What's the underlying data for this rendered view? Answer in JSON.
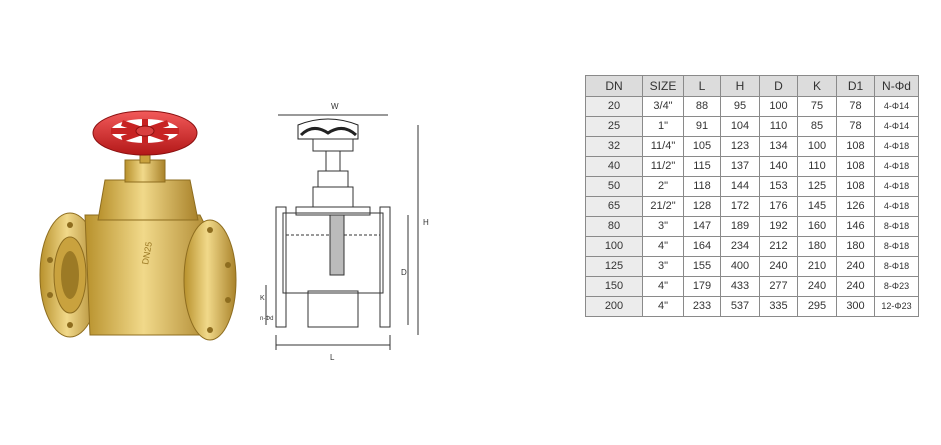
{
  "colors": {
    "brass": "#d8b54f",
    "handwheel": "#d92b2b",
    "table_border": "#8a8a8a",
    "header_bg": "#dcdcdc"
  },
  "photo": {
    "body_marking": "DN25"
  },
  "drawing": {
    "labels": {
      "top": "W",
      "height": "H",
      "d": "D",
      "k": "K",
      "nd": "n-Φd",
      "l": "L"
    }
  },
  "table": {
    "headers": [
      "DN",
      "SIZE",
      "L",
      "H",
      "D",
      "K",
      "D1",
      "N-Φd"
    ],
    "rows": [
      [
        "20",
        "3/4\"",
        "88",
        "95",
        "100",
        "75",
        "78",
        "4-Φ14"
      ],
      [
        "25",
        "1\"",
        "91",
        "104",
        "110",
        "85",
        "78",
        "4-Φ14"
      ],
      [
        "32",
        "11/4\"",
        "105",
        "123",
        "134",
        "100",
        "108",
        "4-Φ18"
      ],
      [
        "40",
        "11/2\"",
        "115",
        "137",
        "140",
        "110",
        "108",
        "4-Φ18"
      ],
      [
        "50",
        "2\"",
        "118",
        "144",
        "153",
        "125",
        "108",
        "4-Φ18"
      ],
      [
        "65",
        "21/2\"",
        "128",
        "172",
        "176",
        "145",
        "126",
        "4-Φ18"
      ],
      [
        "80",
        "3\"",
        "147",
        "189",
        "192",
        "160",
        "146",
        "8-Φ18"
      ],
      [
        "100",
        "4\"",
        "164",
        "234",
        "212",
        "180",
        "180",
        "8-Φ18"
      ],
      [
        "125",
        "3\"",
        "155",
        "400",
        "240",
        "210",
        "240",
        "8-Φ18"
      ],
      [
        "150",
        "4\"",
        "179",
        "433",
        "277",
        "240",
        "240",
        "8-Φ23"
      ],
      [
        "200",
        "4\"",
        "233",
        "537",
        "335",
        "295",
        "300",
        "12-Φ23"
      ]
    ]
  }
}
